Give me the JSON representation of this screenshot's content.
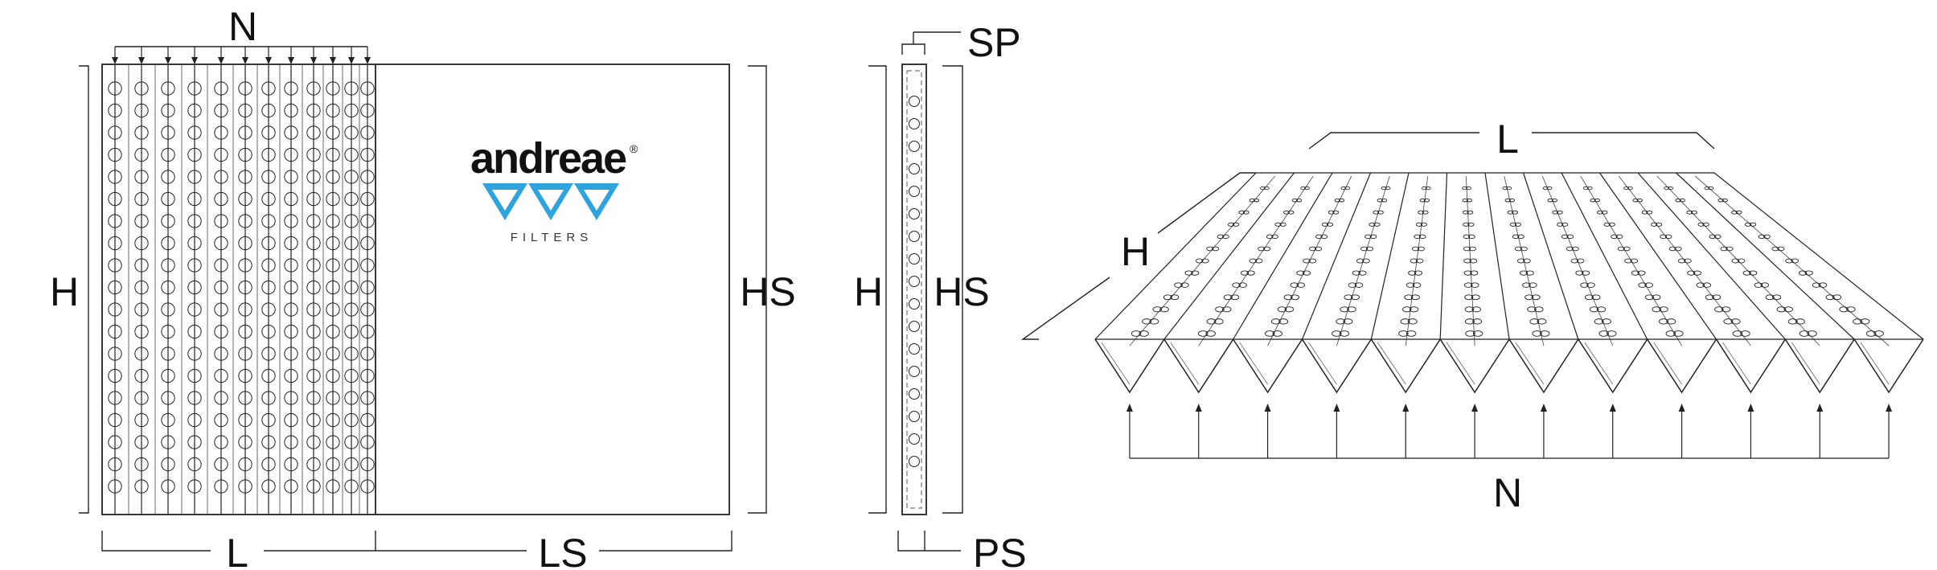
{
  "labels": {
    "front_N": "N",
    "front_H": "H",
    "front_HS": "HS",
    "front_L": "L",
    "front_LS": "LS",
    "side_SP": "SP",
    "side_H": "H",
    "side_HS": "HS",
    "side_PS": "PS",
    "iso_L": "L",
    "iso_H": "H",
    "iso_N": "N"
  },
  "logo": {
    "wordmark": "andreae",
    "registered": "®",
    "subtitle": "FILTERS",
    "brand_color": "#2fa3de"
  },
  "colors": {
    "line": "#222222",
    "background": "#ffffff"
  }
}
